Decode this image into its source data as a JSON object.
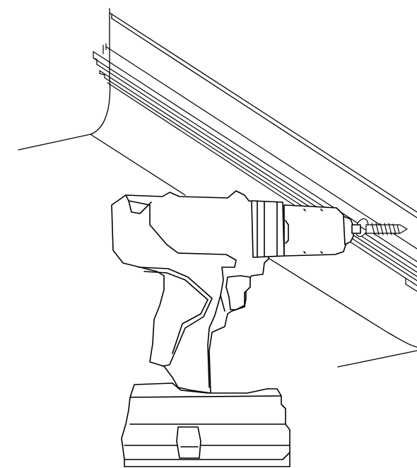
{
  "illustration": {
    "subject_parts": [
      "ceiling",
      "wall",
      "cove-molding",
      "mounting-rail",
      "cordless-drill",
      "screw"
    ]
  },
  "colors": {
    "stroke": "#000000",
    "fill": "#ffffff"
  }
}
